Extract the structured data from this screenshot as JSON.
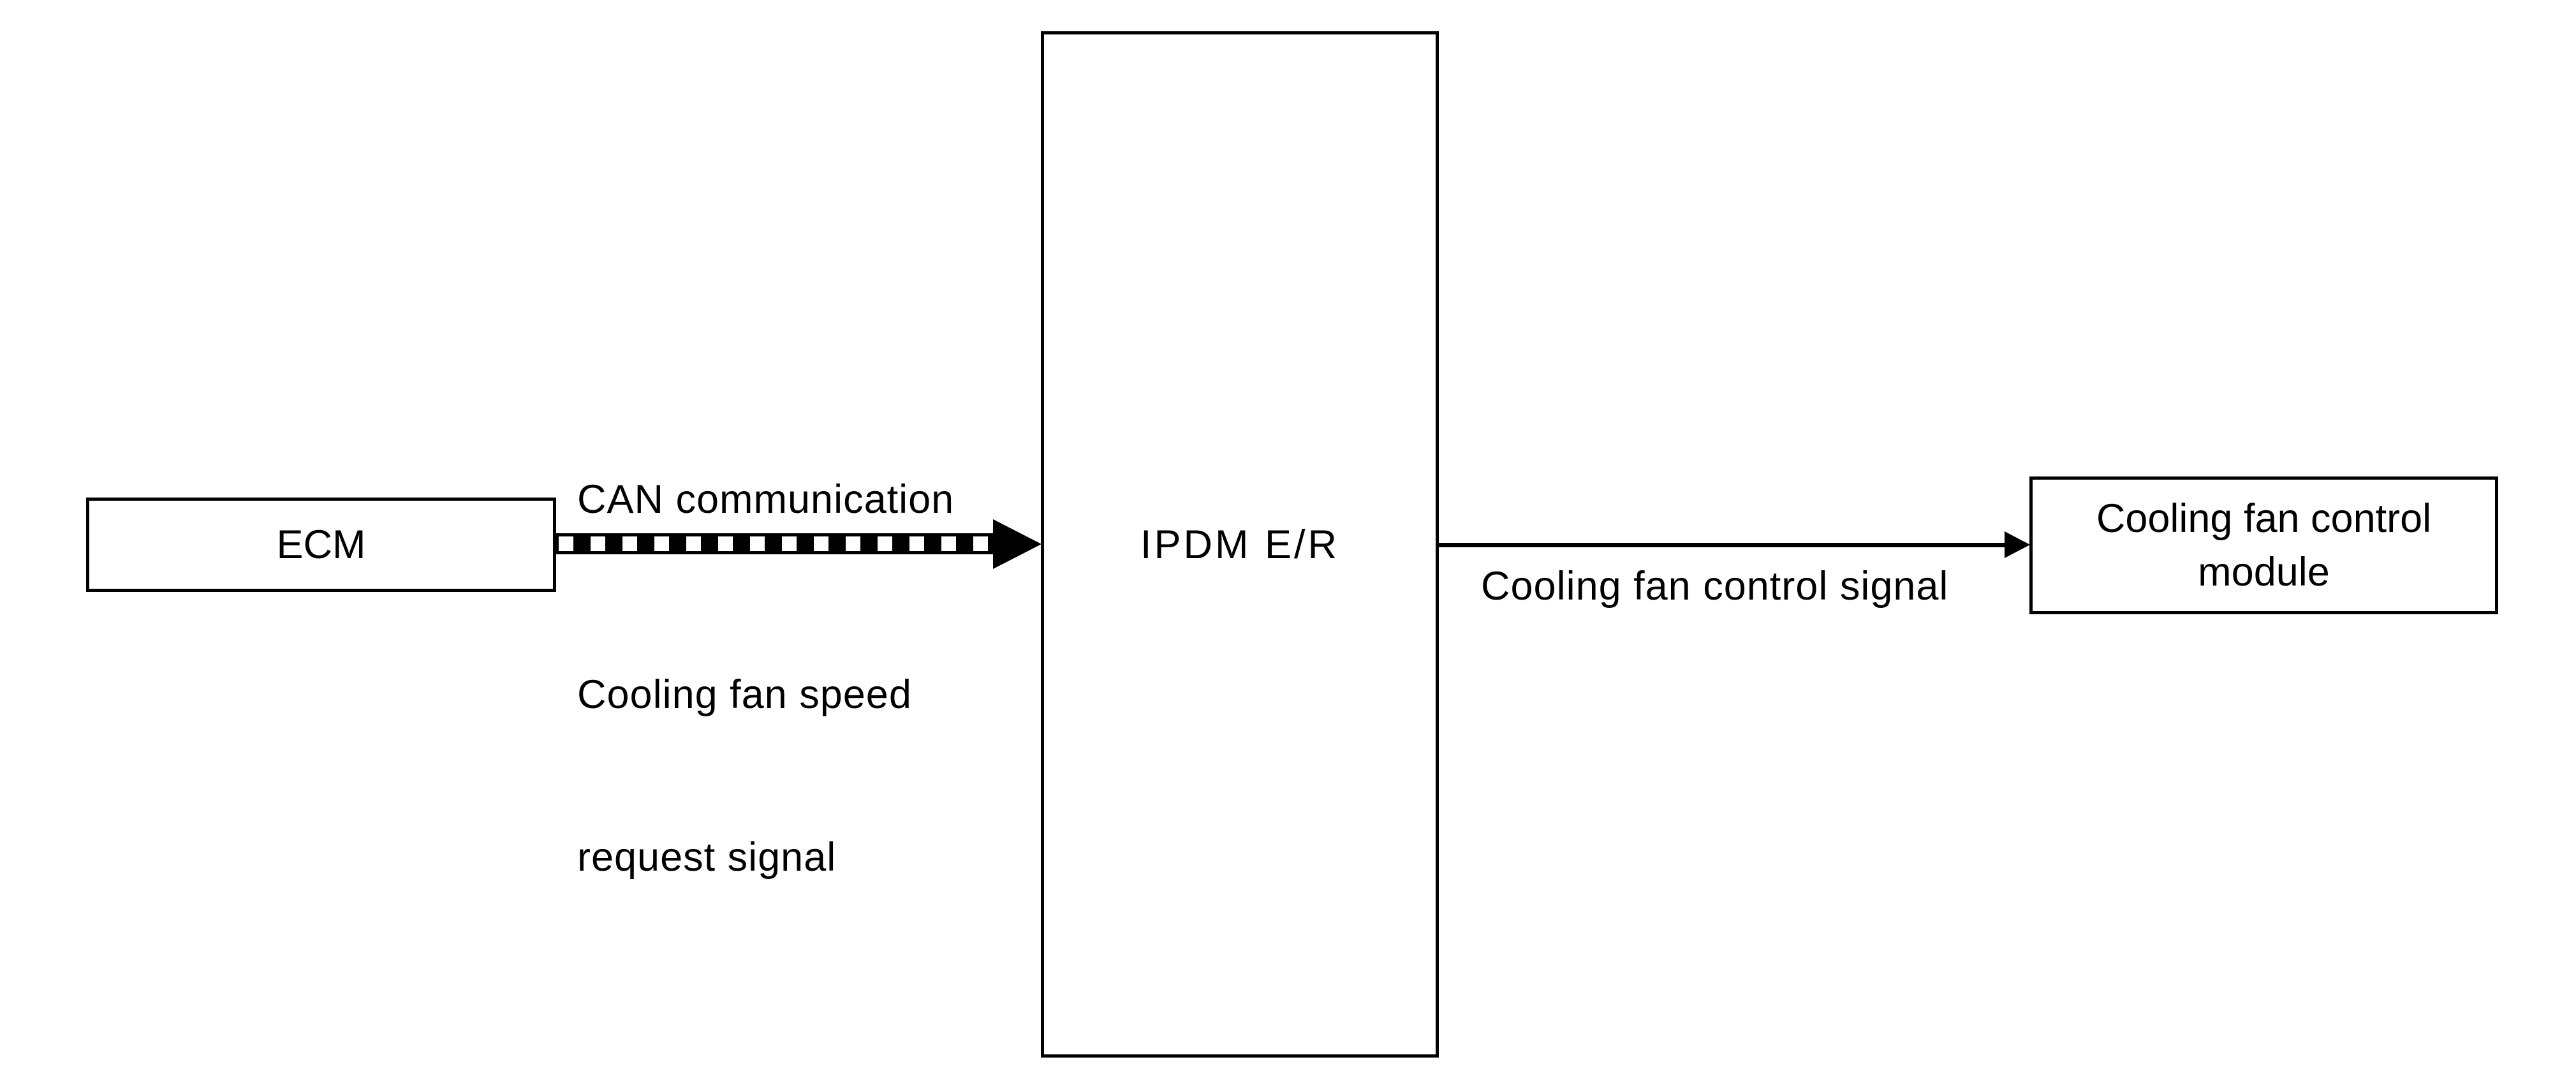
{
  "colors": {
    "background": "#ffffff",
    "ink": "#000000"
  },
  "nodes": {
    "ecm": {
      "label": "ECM"
    },
    "ipdm": {
      "label": "IPDM E/R"
    },
    "cfcm": {
      "line1": "Cooling fan control",
      "line2": "module"
    }
  },
  "edges": {
    "can": {
      "type": "checkered-thick-arrow",
      "direction": "ecm-to-ipdm",
      "label_above": "CAN communication",
      "label_below_line1": "Cooling fan speed",
      "label_below_line2": "request signal"
    },
    "control": {
      "type": "solid-thin-arrow",
      "direction": "ipdm-to-cfcm",
      "label_below": "Cooling fan control signal"
    }
  }
}
